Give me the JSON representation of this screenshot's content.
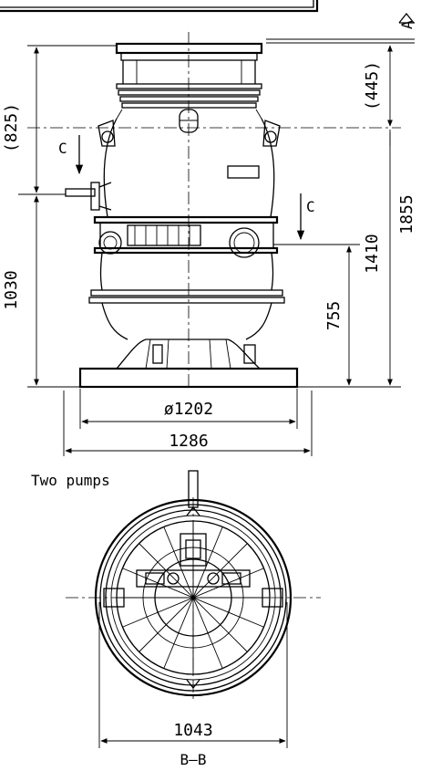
{
  "drawing": {
    "side_view": {
      "dimensions": {
        "height_825": "(825)",
        "height_445": "(445)",
        "height_1855": "1855",
        "height_1410": "1410",
        "height_1030": "1030",
        "height_755": "755",
        "diameter_1202": "ø1202",
        "width_1286": "1286"
      },
      "section_marks": {
        "left": "C",
        "right": "C"
      },
      "level_label": "A"
    },
    "plan_view": {
      "title": "Two pumps",
      "dimension_1043": "1043",
      "section_label": "B–B"
    }
  }
}
